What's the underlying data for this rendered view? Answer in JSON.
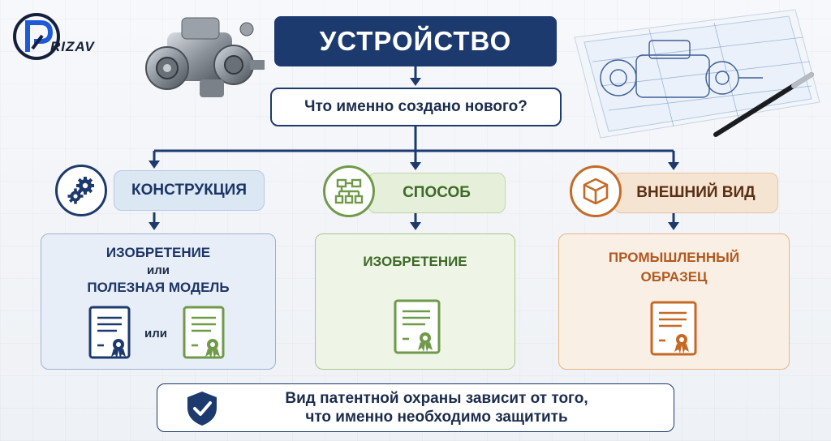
{
  "logo": {
    "text": "RIZAV"
  },
  "title": "УСТРОЙСТВО",
  "question": "Что именно создано нового?",
  "categories": [
    {
      "label": "КОНСТРУКЦИЯ",
      "icon": "gears-icon",
      "color": "#1d3a6e",
      "result_line1": "ИЗОБРЕТЕНИЕ",
      "result_or": "или",
      "result_line2": "ПОЛЕЗНАЯ МОДЕЛЬ",
      "docs_separator": "или"
    },
    {
      "label": "СПОСОБ",
      "icon": "flowchart-icon",
      "color": "#6f9a49",
      "result_line1": "ИЗОБРЕТЕНИЕ"
    },
    {
      "label": "ВНЕШНИЙ ВИД",
      "icon": "cube-icon",
      "color": "#c56a26",
      "result_line1": "ПРОМЫШЛЕННЫЙ",
      "result_line2": "ОБРАЗЕЦ"
    }
  ],
  "note": {
    "icon": "shield-check-icon",
    "line1": "Вид патентной охраны зависит от того,",
    "line2": "что именно необходимо защитить"
  }
}
